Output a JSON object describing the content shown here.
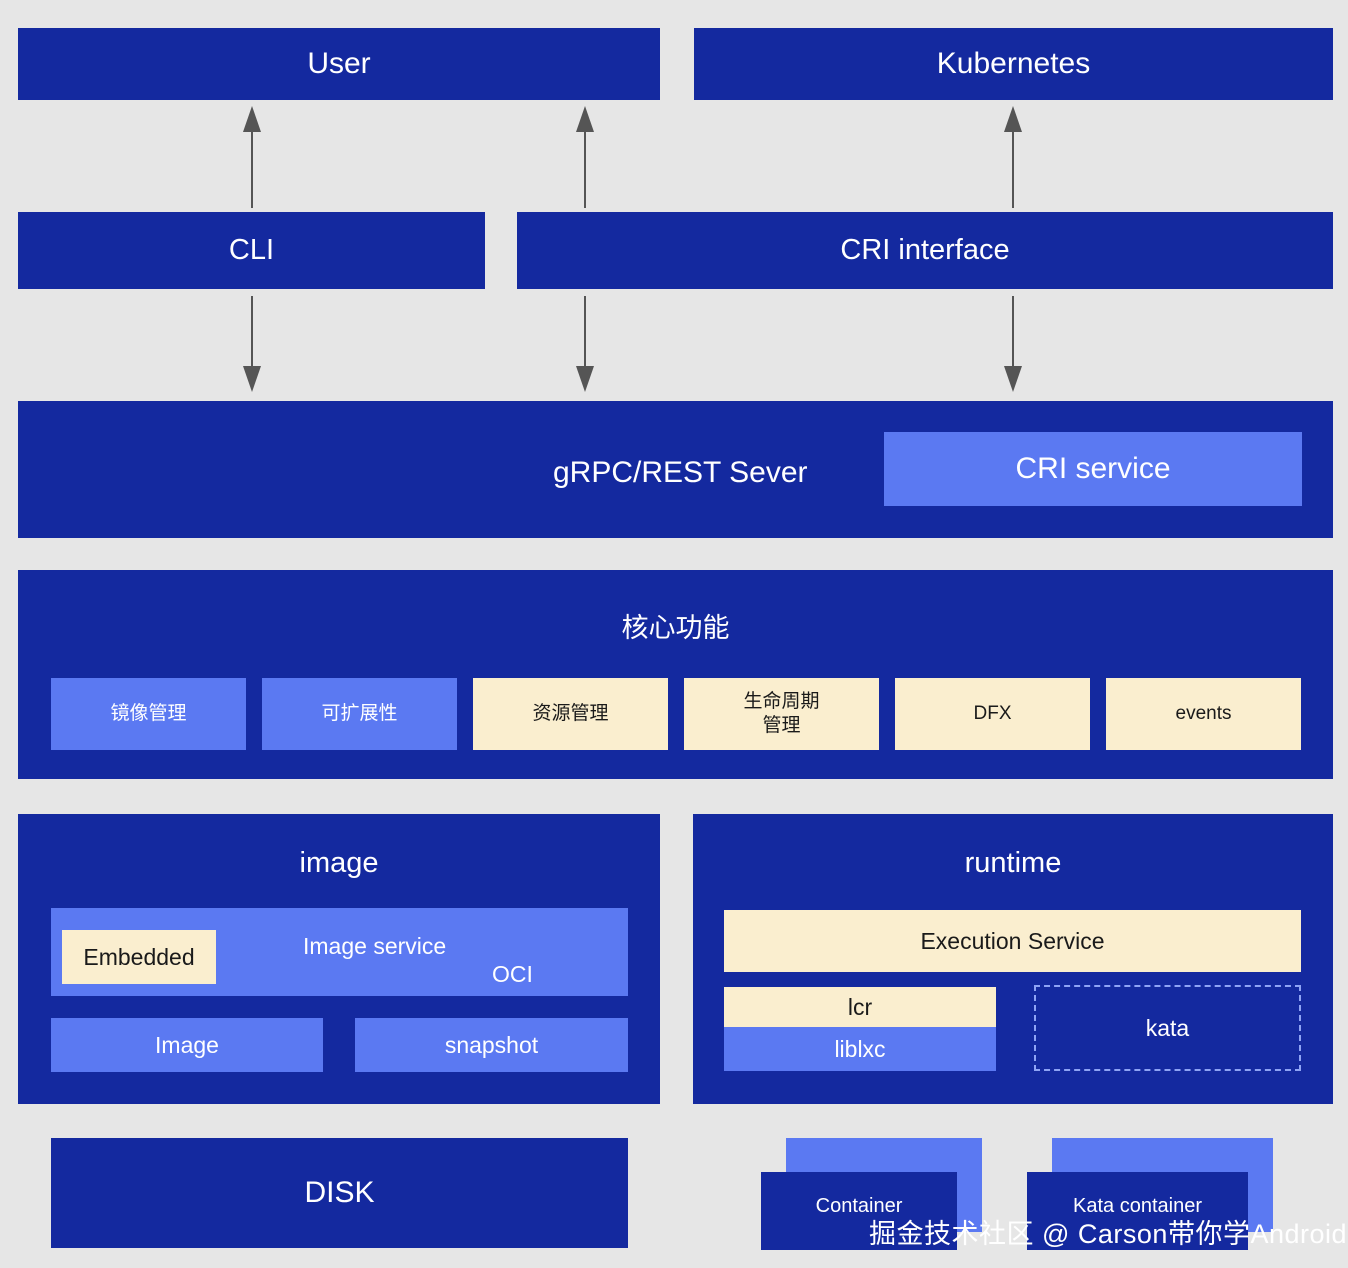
{
  "diagram": {
    "background_color": "#e6e6e6",
    "palette": {
      "dark_blue": "#14299f",
      "light_blue": "#5b79f2",
      "cream": "#faeecf",
      "arrow": "#555555",
      "text_light": "#ffffff",
      "text_dark": "#1a1a1a"
    },
    "top_row": {
      "user": "User",
      "kubernetes": "Kubernetes"
    },
    "interface_row": {
      "cli": "CLI",
      "cri_interface": "CRI interface"
    },
    "server_layer": {
      "title": "gRPC/REST Sever",
      "cri_service": "CRI service"
    },
    "core": {
      "title": "核心功能",
      "chips": [
        {
          "label": "镜像管理",
          "style": "light-blue"
        },
        {
          "label": "可扩展性",
          "style": "light-blue"
        },
        {
          "label": "资源管理",
          "style": "cream"
        },
        {
          "label": "生命周期\n管理",
          "style": "cream"
        },
        {
          "label": "DFX",
          "style": "cream"
        },
        {
          "label": "events",
          "style": "cream"
        }
      ]
    },
    "image_section": {
      "title": "image",
      "image_service": "Image service",
      "embedded": "Embedded",
      "oci": "OCI",
      "image": "Image",
      "snapshot": "snapshot"
    },
    "runtime_section": {
      "title": "runtime",
      "execution_service": "Execution Service",
      "lcr": "lcr",
      "liblxc": "liblxc",
      "kata": "kata"
    },
    "bottom": {
      "disk": "DISK",
      "container": "Container",
      "kata_container": "Kata container"
    },
    "watermark": "掘金技术社区 @ Carson带你学Android"
  }
}
